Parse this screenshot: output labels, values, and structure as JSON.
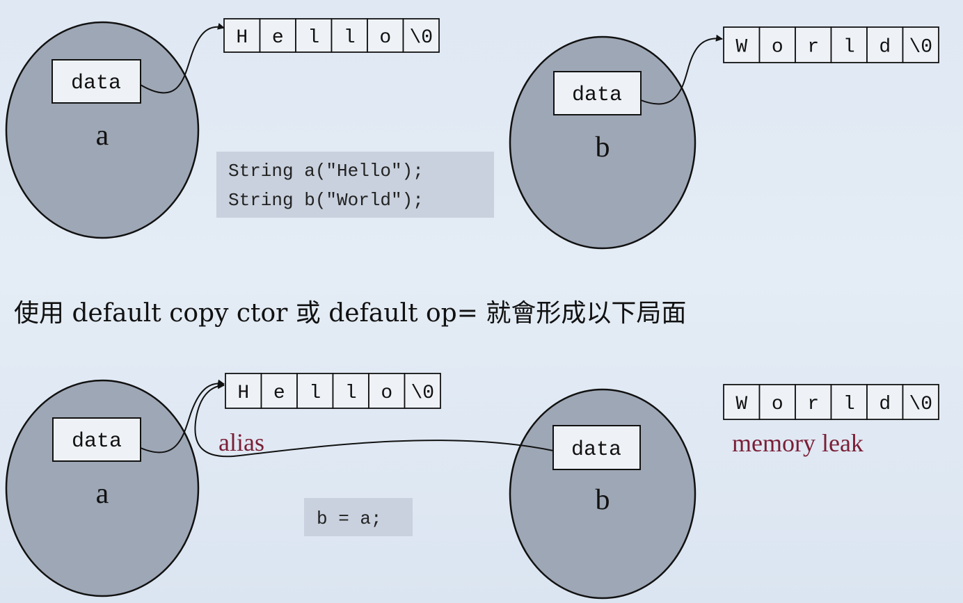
{
  "top": {
    "a": {
      "label": "a",
      "field": "data",
      "string_cells": [
        "H",
        "e",
        "l",
        "l",
        "o",
        "\\0"
      ]
    },
    "b": {
      "label": "b",
      "field": "data",
      "string_cells": [
        "W",
        "o",
        "r",
        "l",
        "d",
        "\\0"
      ]
    },
    "code": [
      "String a(\"Hello\");",
      "String b(\"World\");"
    ]
  },
  "caption": "使用 default copy ctor 或 default op= 就會形成以下局面",
  "bottom": {
    "a": {
      "label": "a",
      "field": "data",
      "string_cells": [
        "H",
        "e",
        "l",
        "l",
        "o",
        "\\0"
      ]
    },
    "b": {
      "label": "b",
      "field": "data"
    },
    "orphan_cells": [
      "W",
      "o",
      "r",
      "l",
      "d",
      "\\0"
    ],
    "code": [
      "b = a;"
    ],
    "alias_label": "alias",
    "leak_label": "memory leak"
  },
  "colors": {
    "ellipse": "#9ea7b5",
    "note": "#7a1f36",
    "code_bg": "#c9d1de"
  }
}
